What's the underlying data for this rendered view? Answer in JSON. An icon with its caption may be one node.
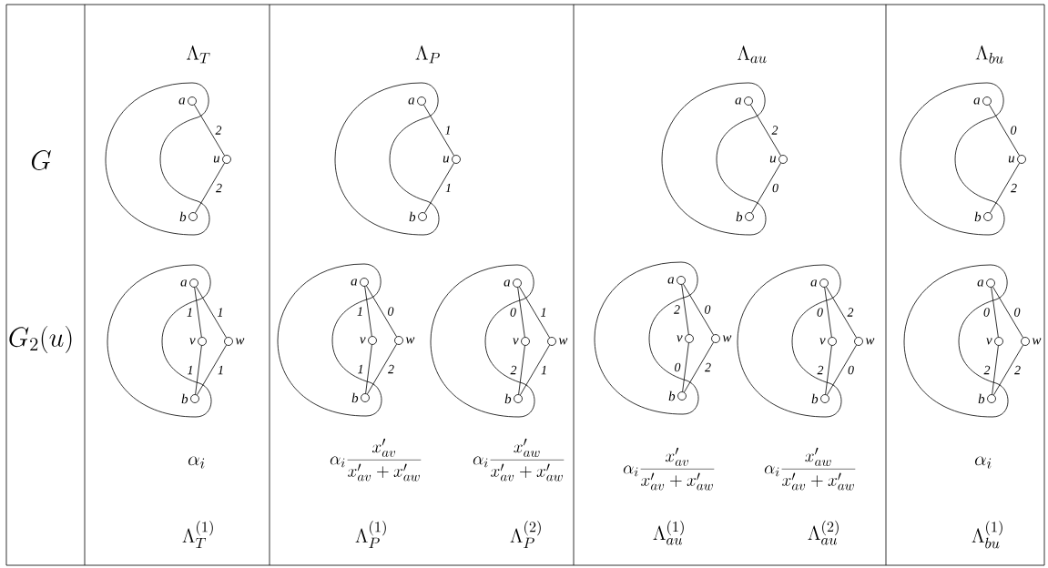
{
  "diagram": {
    "nodes": [
      {
        "text": [],
        "shape": "circle",
        "beside": [
          "a"
        ]
      },
      {
        "text": [],
        "shape": "circle",
        "beside": [
          "u"
        ]
      },
      {
        "text": [],
        "shape": "circle",
        "beside": [
          "b"
        ]
      },
      {
        "text": [],
        "shape": "circle",
        "beside": [
          "a"
        ]
      },
      {
        "text": [],
        "shape": "circle",
        "beside": [
          "u"
        ]
      },
      {
        "text": [],
        "shape": "circle",
        "beside": [
          "b"
        ]
      },
      {
        "text": [],
        "shape": "circle",
        "beside": [
          "a"
        ]
      },
      {
        "text": [],
        "shape": "circle",
        "beside": [
          "u"
        ]
      },
      {
        "text": [],
        "shape": "circle",
        "beside": [
          "b"
        ]
      },
      {
        "text": [],
        "shape": "circle",
        "beside": [
          "a"
        ]
      },
      {
        "text": [],
        "shape": "circle",
        "beside": [
          "u"
        ]
      },
      {
        "text": [],
        "shape": "circle",
        "beside": [
          "b"
        ]
      },
      {
        "text": [],
        "shape": "circle",
        "beside": [
          "a"
        ]
      },
      {
        "text": [],
        "shape": "circle",
        "beside": [
          "v"
        ]
      },
      {
        "text": [],
        "shape": "circle",
        "beside": [
          "w"
        ]
      },
      {
        "text": [],
        "shape": "circle",
        "beside": [
          "b"
        ]
      },
      {
        "text": [],
        "shape": "circle",
        "beside": [
          "a"
        ]
      },
      {
        "text": [],
        "shape": "circle",
        "beside": [
          "v"
        ]
      },
      {
        "text": [],
        "shape": "circle",
        "beside": [
          "w"
        ]
      },
      {
        "text": [],
        "shape": "circle",
        "beside": [
          "b"
        ]
      },
      {
        "text": [],
        "shape": "circle",
        "beside": [
          "a"
        ]
      },
      {
        "text": [],
        "shape": "circle",
        "beside": [
          "v"
        ]
      },
      {
        "text": [],
        "shape": "circle",
        "beside": [
          "w"
        ]
      },
      {
        "text": [],
        "shape": "circle",
        "beside": [
          "b"
        ]
      },
      {
        "text": [],
        "shape": "circle",
        "beside": [
          "a"
        ]
      },
      {
        "text": [],
        "shape": "circle",
        "beside": [
          "v"
        ]
      },
      {
        "text": [],
        "shape": "circle",
        "beside": [
          "w"
        ]
      },
      {
        "text": [],
        "shape": "circle",
        "beside": [
          "b"
        ]
      },
      {
        "text": [],
        "shape": "circle",
        "beside": [
          "a"
        ]
      },
      {
        "text": [],
        "shape": "circle",
        "beside": [
          "v"
        ]
      },
      {
        "text": [],
        "shape": "circle",
        "beside": [
          "w"
        ]
      },
      {
        "text": [],
        "shape": "circle",
        "beside": [
          "b"
        ]
      },
      {
        "text": [],
        "shape": "circle",
        "beside": [
          "a"
        ]
      },
      {
        "text": [],
        "shape": "circle",
        "beside": [
          "v"
        ]
      },
      {
        "text": [],
        "shape": "circle",
        "beside": [
          "w"
        ]
      },
      {
        "text": [],
        "shape": "circle",
        "beside": [
          "b"
        ]
      }
    ],
    "edges": [
      {
        "from": 0,
        "to": 1,
        "arrow": "none",
        "label": "2"
      },
      {
        "from": 1,
        "to": 2,
        "arrow": "none",
        "label": "2"
      },
      {
        "from": 3,
        "to": 4,
        "arrow": "none",
        "label": "1"
      },
      {
        "from": 4,
        "to": 5,
        "arrow": "none",
        "label": "1"
      },
      {
        "from": 6,
        "to": 7,
        "arrow": "none",
        "label": "2"
      },
      {
        "from": 7,
        "to": 8,
        "arrow": "none",
        "label": "0"
      },
      {
        "from": 9,
        "to": 10,
        "arrow": "none",
        "label": "0"
      },
      {
        "from": 10,
        "to": 11,
        "arrow": "none",
        "label": "2"
      },
      {
        "from": 12,
        "to": 13,
        "arrow": "none",
        "label": "1"
      },
      {
        "from": 12,
        "to": 14,
        "arrow": "none",
        "label": "1"
      },
      {
        "from": 13,
        "to": 15,
        "arrow": "none",
        "label": "1"
      },
      {
        "from": 14,
        "to": 15,
        "arrow": "none",
        "label": "1"
      },
      {
        "from": 16,
        "to": 17,
        "arrow": "none",
        "label": "1"
      },
      {
        "from": 16,
        "to": 18,
        "arrow": "none",
        "label": "0"
      },
      {
        "from": 17,
        "to": 19,
        "arrow": "none",
        "label": "1"
      },
      {
        "from": 18,
        "to": 19,
        "arrow": "none",
        "label": "2"
      },
      {
        "from": 20,
        "to": 21,
        "arrow": "none",
        "label": "0"
      },
      {
        "from": 20,
        "to": 22,
        "arrow": "none",
        "label": "1"
      },
      {
        "from": 21,
        "to": 23,
        "arrow": "none",
        "label": "2"
      },
      {
        "from": 22,
        "to": 23,
        "arrow": "none",
        "label": "1"
      },
      {
        "from": 24,
        "to": 25,
        "arrow": "none",
        "label": "2"
      },
      {
        "from": 24,
        "to": 26,
        "arrow": "none",
        "label": "0"
      },
      {
        "from": 25,
        "to": 27,
        "arrow": "none",
        "label": "0"
      },
      {
        "from": 26,
        "to": 27,
        "arrow": "none",
        "label": "2"
      },
      {
        "from": 28,
        "to": 29,
        "arrow": "none",
        "label": "0"
      },
      {
        "from": 28,
        "to": 30,
        "arrow": "none",
        "label": "2"
      },
      {
        "from": 29,
        "to": 31,
        "arrow": "none",
        "label": "2"
      },
      {
        "from": 30,
        "to": 31,
        "arrow": "none",
        "label": "0"
      },
      {
        "from": 32,
        "to": 33,
        "arrow": "none",
        "label": "0"
      },
      {
        "from": 32,
        "to": 34,
        "arrow": "none",
        "label": "0"
      },
      {
        "from": 33,
        "to": 35,
        "arrow": "none",
        "label": "2"
      },
      {
        "from": 34,
        "to": 35,
        "arrow": "none",
        "label": "2"
      }
    ],
    "labels": [
      "\\Lambda_T",
      "\\Lambda_P",
      "\\Lambda_{au}",
      "\\Lambda_{bu}",
      "G",
      "G_2(u)",
      "\\alpha_i",
      "\\alpha_i \\frac{x'_{av}}{x'_{av}+x'_{aw}}",
      "\\alpha_i \\frac{x'_{aw}}{x'_{av}+x'_{aw}}",
      "\\alpha_i \\frac{x'_{av}}{x'_{av}+x'_{aw}}",
      "\\alpha_i \\frac{x'_{aw}}{x'_{av}+x'_{aw}}",
      "\\alpha_i",
      "\\Lambda_T^{(1)}",
      "\\Lambda_P^{(1)}",
      "\\Lambda_P^{(2)}",
      "\\Lambda_{au}^{(1)}",
      "\\Lambda_{au}^{(2)}",
      "\\Lambda_{bu}^{(1)}"
    ]
  }
}
